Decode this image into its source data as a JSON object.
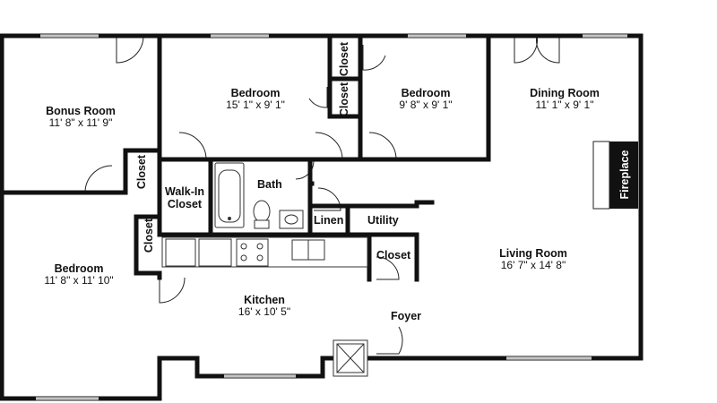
{
  "rooms": {
    "bonus_room": {
      "name": "Bonus Room",
      "dims": "11' 8\" x 11' 9\""
    },
    "bedroom_1": {
      "name": "Bedroom",
      "dims": "15' 1\" x 9' 1\""
    },
    "bedroom_2": {
      "name": "Bedroom",
      "dims": "9' 8\" x 9' 1\""
    },
    "dining_room": {
      "name": "Dining Room",
      "dims": "11' 1\" x 9' 1\""
    },
    "bedroom_3": {
      "name": "Bedroom",
      "dims": "11' 8\" x 11' 10\""
    },
    "kitchen": {
      "name": "Kitchen",
      "dims": "16' x 10' 5\""
    },
    "living_room": {
      "name": "Living Room",
      "dims": "16' 7\" x 14' 8\""
    }
  },
  "spaces": {
    "closet_top_a": "Closet",
    "closet_top_b": "Closet",
    "closet_bonus": "Closet",
    "closet_bedroom": "Closet",
    "walk_in_closet": "Walk-In Closet",
    "bath": "Bath",
    "linen": "Linen",
    "utility": "Utility",
    "closet_hall": "Closet",
    "foyer": "Foyer",
    "fireplace": "Fireplace"
  }
}
